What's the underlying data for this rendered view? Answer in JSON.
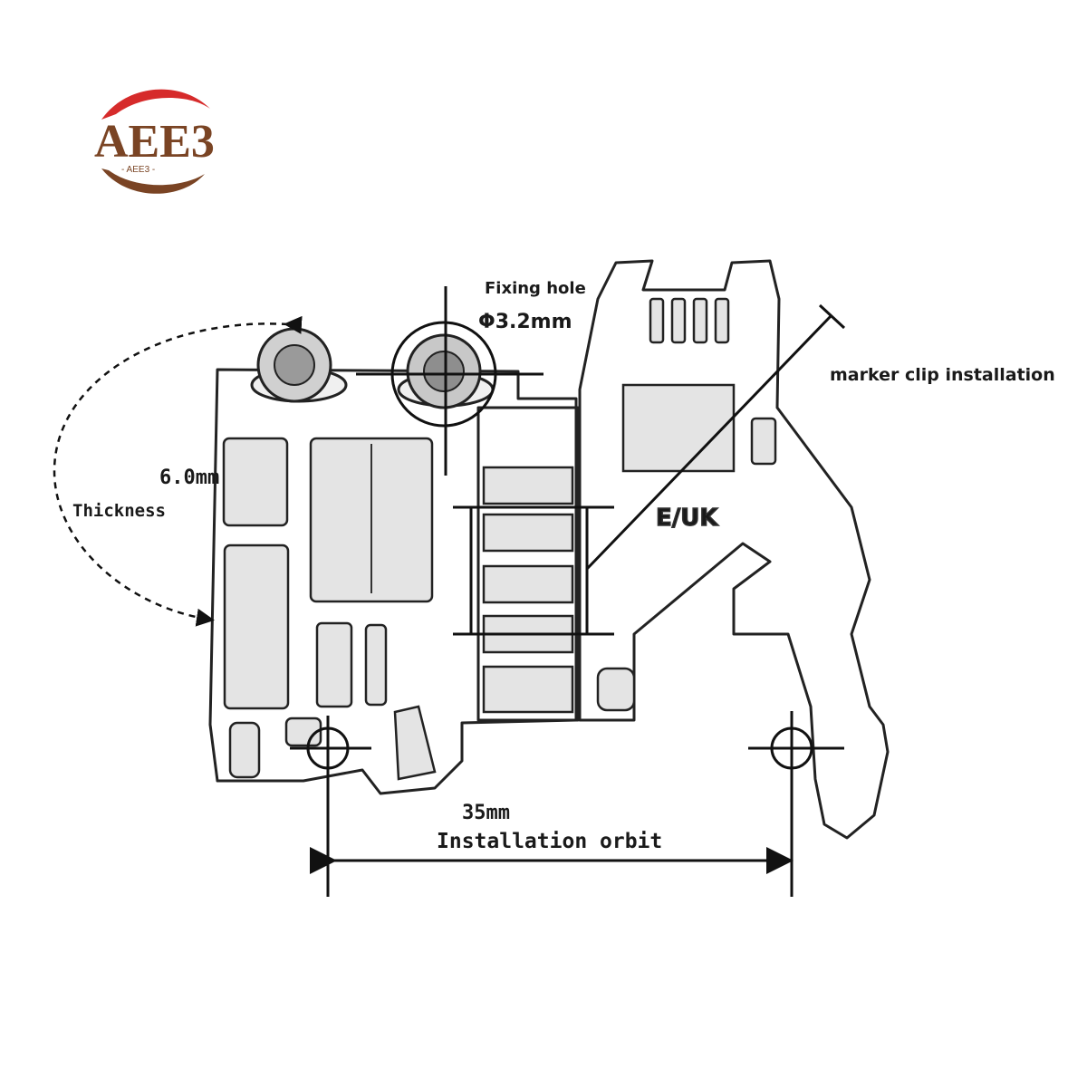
{
  "logo": {
    "text": "AEE3",
    "subtext": "- AEE3 -",
    "colors": {
      "brown": "#7a4424",
      "red": "#d62b2b"
    }
  },
  "labels": {
    "fixing_hole": "Fixing hole",
    "fixing_hole_diameter": "Φ3.2mm",
    "marker_clip": "marker clip installation",
    "thickness_value": "6.0mm",
    "thickness": "Thickness",
    "part_marking": "E/UK",
    "orbit_value": "35mm",
    "orbit": "Installation orbit"
  }
}
